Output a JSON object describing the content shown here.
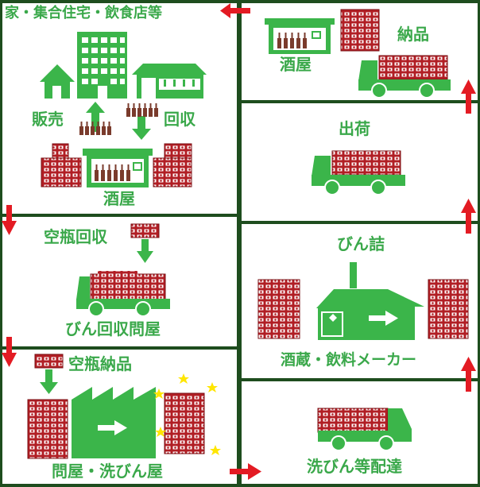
{
  "colors": {
    "green": "#3bb54a",
    "divider": "#1e4d1e",
    "crate": "#b11e24",
    "crate_dark": "#7a1014",
    "bottle": "#7a3b2c",
    "arrow_red": "#e31b23",
    "star": "#ffe600",
    "label": "#3aa84a"
  },
  "labels": {
    "homes": "家・集合住宅・飲食店等",
    "sell": "販売",
    "collect": "回収",
    "liquor_store_left": "酒屋",
    "empty_collection": "空瓶回収",
    "bottle_wholesaler": "びん回収問屋",
    "empty_delivery": "空瓶納品",
    "washer": "問屋・洗びん屋",
    "liquor_store_right": "酒屋",
    "delivery": "納品",
    "shipping": "出荷",
    "bottling": "びん詰",
    "brewery": "酒蔵・飲料メーカー",
    "washed_delivery": "洗びん等配達"
  }
}
